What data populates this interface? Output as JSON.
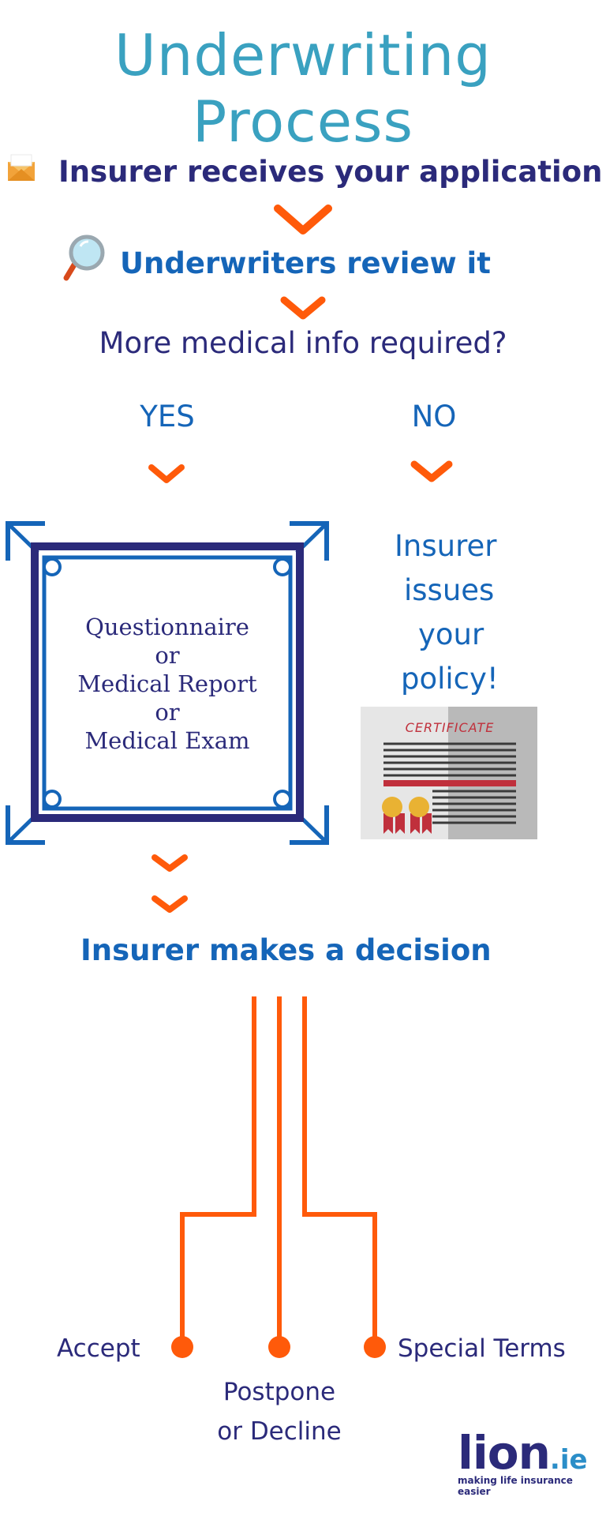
{
  "title": "Underwriting Process",
  "steps": {
    "receive": "Insurer receives your application",
    "review": "Underwriters review it",
    "question": "More medical info required?",
    "yes": "YES",
    "no": "NO",
    "box_lines": [
      "Questionnaire",
      "or",
      "Medical Report",
      "or",
      "Medical Exam"
    ],
    "issue_lines": [
      "Insurer",
      "issues",
      "your",
      "policy!"
    ],
    "certificate": "CERTIFICATE",
    "decision": "Insurer makes a decision"
  },
  "outcomes": {
    "accept": "Accept",
    "postpone_lines": [
      "Postpone",
      "or Decline"
    ],
    "special": "Special Terms"
  },
  "logo": {
    "main": "lion",
    "suffix": ".ie",
    "tagline": "making life insurance easier"
  },
  "colors": {
    "title": "#3aa1c0",
    "navy": "#2b2a7a",
    "blue": "#1565b8",
    "orange": "#ff5a0a"
  },
  "icons": [
    "envelope-icon",
    "magnifier-icon",
    "chevron-down-icon",
    "certificate-icon",
    "award-ribbon-icon"
  ]
}
